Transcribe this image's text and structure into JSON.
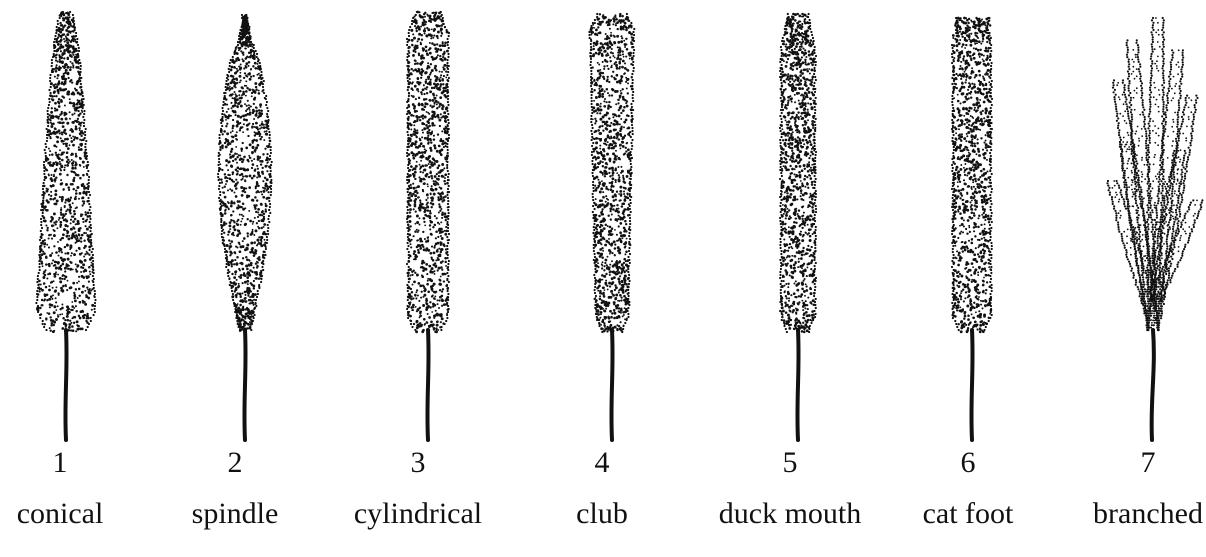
{
  "figure": {
    "panicles": [
      {
        "number": "1",
        "name": "conical",
        "shape": "conical"
      },
      {
        "number": "2",
        "name": "spindle",
        "shape": "spindle"
      },
      {
        "number": "3",
        "name": "cylindrical",
        "shape": "cylindrical"
      },
      {
        "number": "4",
        "name": "club",
        "shape": "club"
      },
      {
        "number": "5",
        "name": "duck mouth",
        "shape": "duck-mouth"
      },
      {
        "number": "6",
        "name": "cat foot",
        "shape": "cat-foot"
      },
      {
        "number": "7",
        "name": "branched",
        "shape": "branched"
      }
    ],
    "colors": {
      "ink": "#111111",
      "background": "#ffffff"
    }
  }
}
